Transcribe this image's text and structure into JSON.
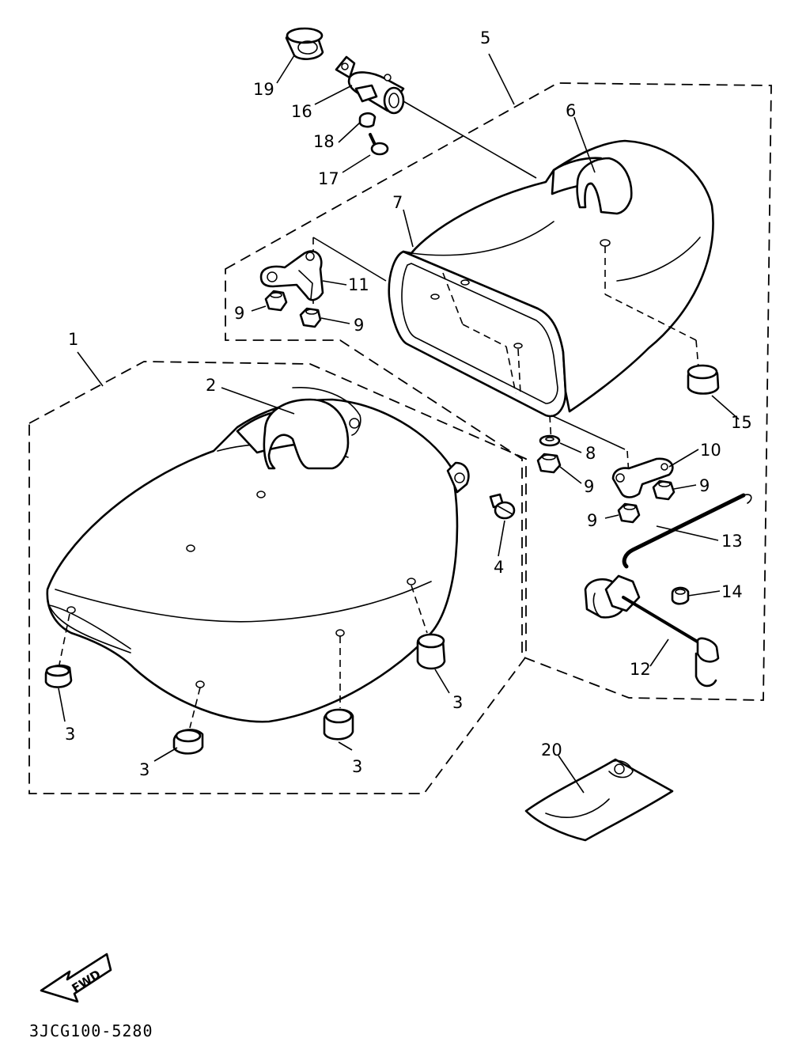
{
  "diagram": {
    "callouts": {
      "c1": "1",
      "c2": "2",
      "c3a": "3",
      "c3b": "3",
      "c3c": "3",
      "c3d": "3",
      "c4": "4",
      "c5": "5",
      "c6": "6",
      "c7": "7",
      "c8": "8",
      "c9a": "9",
      "c9b": "9",
      "c9c": "9",
      "c9d": "9",
      "c9e": "9",
      "c10": "10",
      "c11": "11",
      "c12": "12",
      "c13": "13",
      "c14": "14",
      "c15": "15",
      "c16": "16",
      "c17": "17",
      "c18": "18",
      "c19": "19",
      "c20": "20"
    },
    "fwd_label": "FWD",
    "drawing_code": "3JCG100-5280"
  }
}
